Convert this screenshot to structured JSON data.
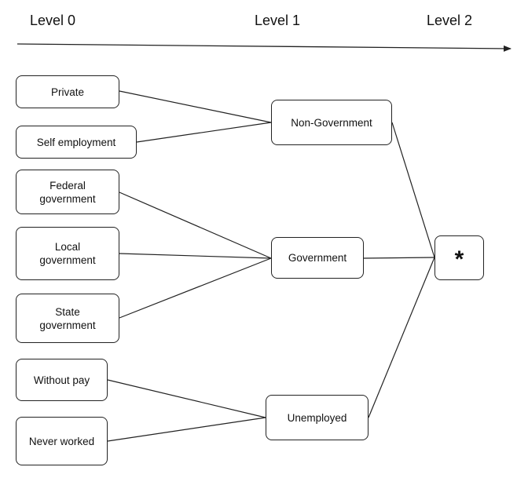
{
  "levels": [
    "Level 0",
    "Level 1",
    "Level 2"
  ],
  "nodes": {
    "private": "Private",
    "self_employment": "Self employment",
    "federal_government": "Federal\ngovernment",
    "local_government": "Local\ngovernment",
    "state_government": "State\ngovernment",
    "without_pay": "Without pay",
    "never_worked": "Never worked",
    "non_government": "Non-Government",
    "government": "Government",
    "unemployed": "Unemployed",
    "root": "*"
  },
  "edges": [
    [
      "private",
      "non_government"
    ],
    [
      "self_employment",
      "non_government"
    ],
    [
      "federal_government",
      "government"
    ],
    [
      "local_government",
      "government"
    ],
    [
      "state_government",
      "government"
    ],
    [
      "without_pay",
      "unemployed"
    ],
    [
      "never_worked",
      "unemployed"
    ],
    [
      "non_government",
      "root"
    ],
    [
      "government",
      "root"
    ],
    [
      "unemployed",
      "root"
    ]
  ],
  "colors": {
    "line": "#222222",
    "node_border": "#222222",
    "background": "#ffffff"
  }
}
